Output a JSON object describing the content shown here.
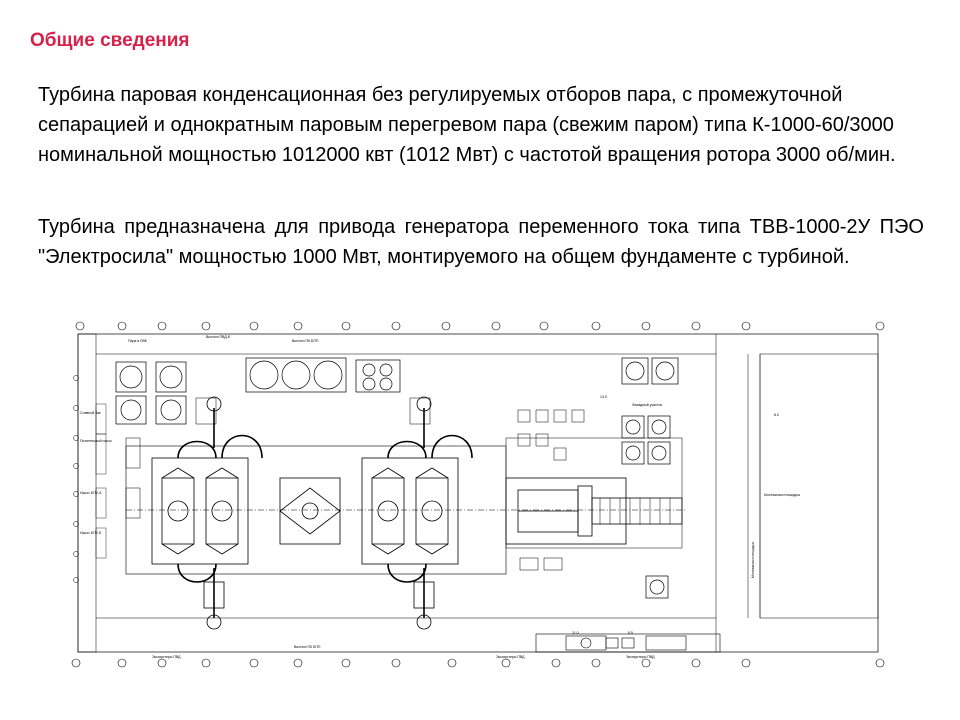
{
  "slide": {
    "title": "Общие сведения",
    "paragraph1": "Турбина паровая конденсационная без регулируемых отборов пара, с промежуточной сепарацией и однократным паровым перегревом пара (свежим паром) типа К-1000-60/3000 номинальной мощностью 1012000 квт (1012 Мвт) с частотой вращения ротора 3000 об/мин.",
    "paragraph2": "Турбина предназначена для привода генератора переменного тока типа ТВВ-1000-2У ПЭО \"Электросила\" мощностью 1000 Мвт, монтируемого на общем фундаменте с турбиной."
  },
  "drawing": {
    "labels": {
      "top_1": "Пара в ЛВК",
      "top_2": "Выхлоп ПВД-Б",
      "top_3": "Выхлоп ПК БПП",
      "left_1": "Сливной бак",
      "left_2": "Питательный насос",
      "left_3": "Насос БПУ-А",
      "left_4": "Насос БПУ-Б",
      "right_1": "Фасадный участок",
      "right_2": "Монтажная площадка",
      "right_vertical": "Монтажная площадка",
      "bottom_1": "Эксгаустеры ПВД",
      "bottom_2": "Выхлоп ПК БПП",
      "bottom_3": "Эксгаустеры ПВД",
      "bottom_4": "Эксгаустеры ПВД",
      "mark_a": "13.0",
      "mark_b": "8.0",
      "mark_c": "11.0",
      "mark_d": "8.5"
    }
  }
}
